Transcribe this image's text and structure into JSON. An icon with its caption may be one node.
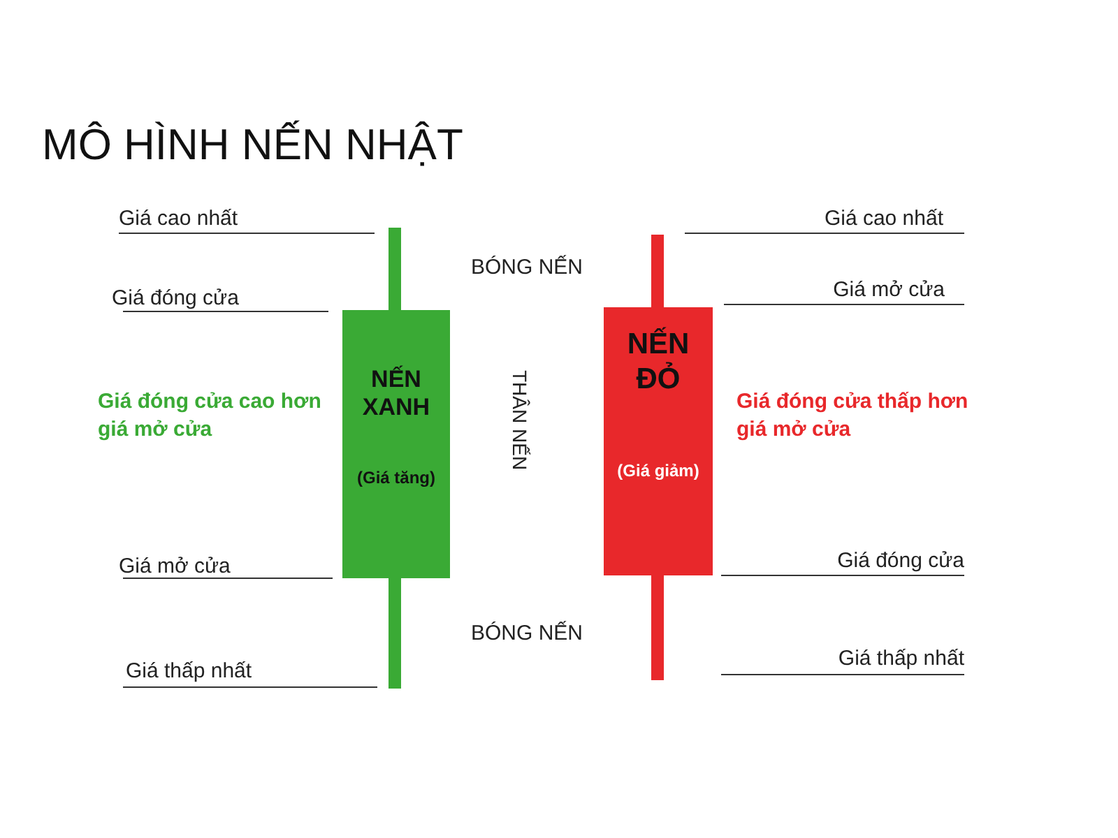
{
  "diagram": {
    "title": "MÔ HÌNH NẾN NHẬT",
    "nodes": [
      {
        "text": [
          "NẾN XANH",
          "(Giá tăng)"
        ]
      },
      {
        "text": [
          "NẾN ĐỎ",
          "(Giá giảm)"
        ]
      }
    ],
    "edges": [],
    "labels": [
      "Giá cao nhất",
      "Giá cao nhất",
      "BÓNG NẾN",
      "Giá đóng cửa",
      "Giá mở cửa",
      "Giá đóng cửa cao hơn giá mở cửa",
      "THÂN NẾN",
      "Giá đóng cửa thấp hơn giá mở cửa",
      "Giá mở cửa",
      "Giá đóng cửa",
      "BÓNG NẾN",
      "Giá thấp nhất",
      "Giá thấp nhất"
    ]
  }
}
